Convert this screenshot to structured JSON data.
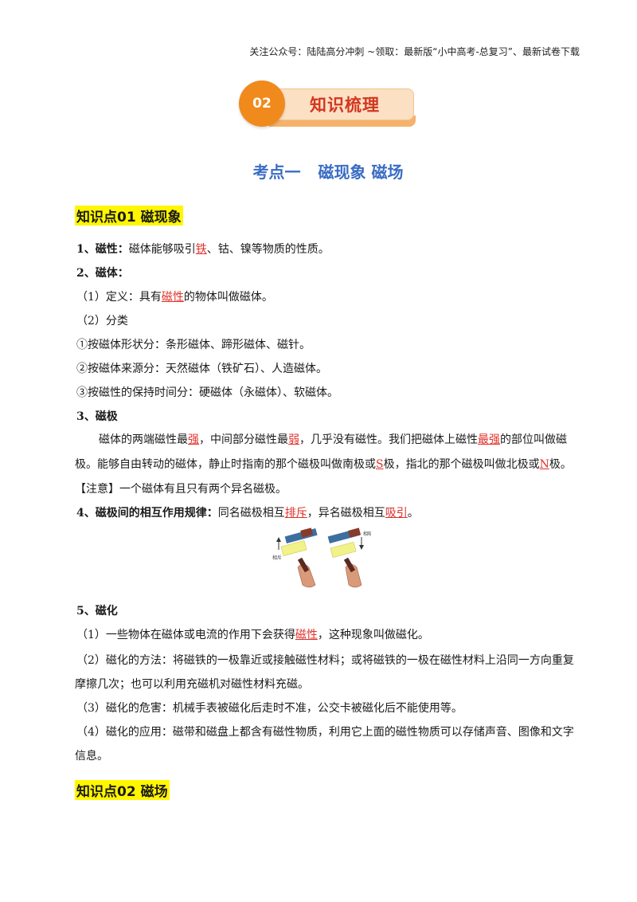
{
  "header_note": "关注公众号：陆陆高分冲刺 ~领取：最新版“小中高考-总复习”、最新试卷下载",
  "section_badge": {
    "number": "02",
    "title": "知识梳理"
  },
  "topic": {
    "prefix": "考点一",
    "title": "磁现象 磁场"
  },
  "kp1": {
    "heading": "知识点01  磁现象",
    "p1": {
      "label": "1、磁性：",
      "text_a": "磁体能够吸引",
      "answer": "铁",
      "text_b": "、钴、镍等物质的性质。"
    },
    "p2": {
      "label": "2、磁体：",
      "def_a": "（1）定义：具有",
      "def_answer": "磁性",
      "def_b": "的物体叫做磁体。",
      "cls": "（2）分类",
      "cls1": "①按磁体形状分：条形磁体、蹄形磁体、磁针。",
      "cls2": "②按磁体来源分：天然磁体（铁矿石）、人造磁体。",
      "cls3": "③按磁性的保持时间分：硬磁体（永磁体）、软磁体。"
    },
    "p3": {
      "label": "3、磁极",
      "s1": "磁体的两端磁性最",
      "a1": "强",
      "s2": "，中间部分磁性最",
      "a2": "弱",
      "s3": "，几乎没有磁性。我们把磁体上磁性",
      "a3": "最强",
      "s4": "的部位叫做磁",
      "s5": "极。能够自由转动的磁体，静止时指南的那个磁极叫做南极或",
      "a4": "S",
      "s6": "极，指北的那个磁极叫做北极或",
      "a5": "N",
      "s7": "极。",
      "note": "【注意】一个磁体有且只有两个异名磁极。"
    },
    "p4": {
      "label": "4、磁极间的相互作用规律：",
      "t1": "同名磁极相互",
      "a1": "排斥",
      "t2": "，异名磁极相互",
      "a2": "吸引",
      "t3": "。"
    },
    "figure": {
      "label_left": "相斥",
      "label_right": "相吸"
    },
    "p5": {
      "label": "5、磁化",
      "l1a": "（1）一些物体在磁体或电流的作用下会获得",
      "l1ans": "磁性",
      "l1b": "，这种现象叫做磁化。",
      "l2a": "（2）磁化的方法：将磁铁的一极靠近或接触磁性材料；或将磁铁的一极在磁性材料上沿同一方向重复",
      "l2b": "摩擦几次；也可以利用充磁机对磁性材料充磁。",
      "l3": "（3）磁化的危害：机械手表被磁化后走时不准，公交卡被磁化后不能使用等。",
      "l4a": "（4）磁化的应用：磁带和磁盘上都含有磁性物质，利用它上面的磁性物质可以存储声音、图像和文字",
      "l4b": "信息。"
    }
  },
  "kp2": {
    "heading": "知识点02  磁场"
  },
  "colors": {
    "accent_orange": "#f08a1c",
    "badge_text": "#d2361f",
    "topic_blue": "#3a6cc4",
    "answer_red": "#e0302a",
    "highlight": "#fff600"
  }
}
